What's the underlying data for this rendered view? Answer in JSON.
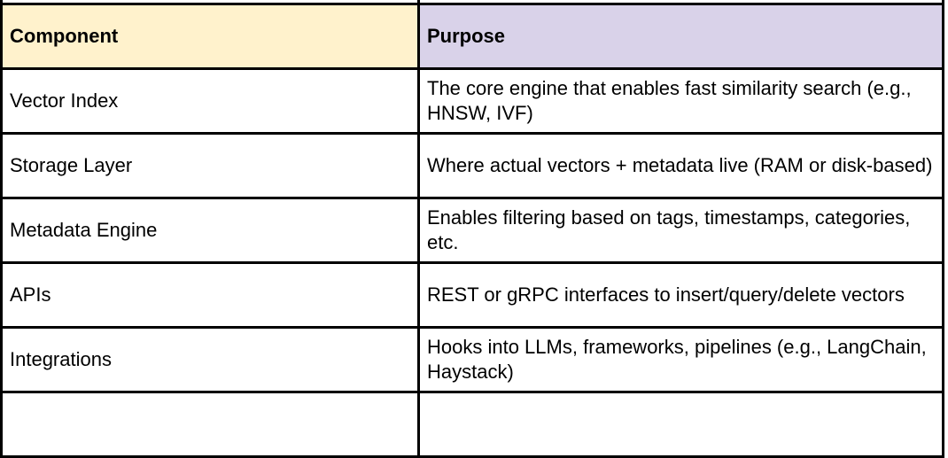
{
  "table": {
    "headers": [
      "Component",
      "Purpose"
    ],
    "rows": [
      {
        "component": "Vector Index",
        "purpose": "The core engine that enables fast similarity search (e.g., HNSW, IVF)"
      },
      {
        "component": "Storage Layer",
        "purpose": "Where actual vectors + metadata live (RAM or disk-based)"
      },
      {
        "component": "Metadata Engine",
        "purpose": "Enables filtering based on tags, timestamps, categories, etc."
      },
      {
        "component": "APIs",
        "purpose": "REST or gRPC interfaces to insert/query/delete vectors"
      },
      {
        "component": "Integrations",
        "purpose": "Hooks into LLMs, frameworks, pipelines (e.g., LangChain, Haystack)"
      }
    ],
    "header_colors": {
      "component": "#fff2cc",
      "purpose": "#d9d2e9"
    }
  }
}
